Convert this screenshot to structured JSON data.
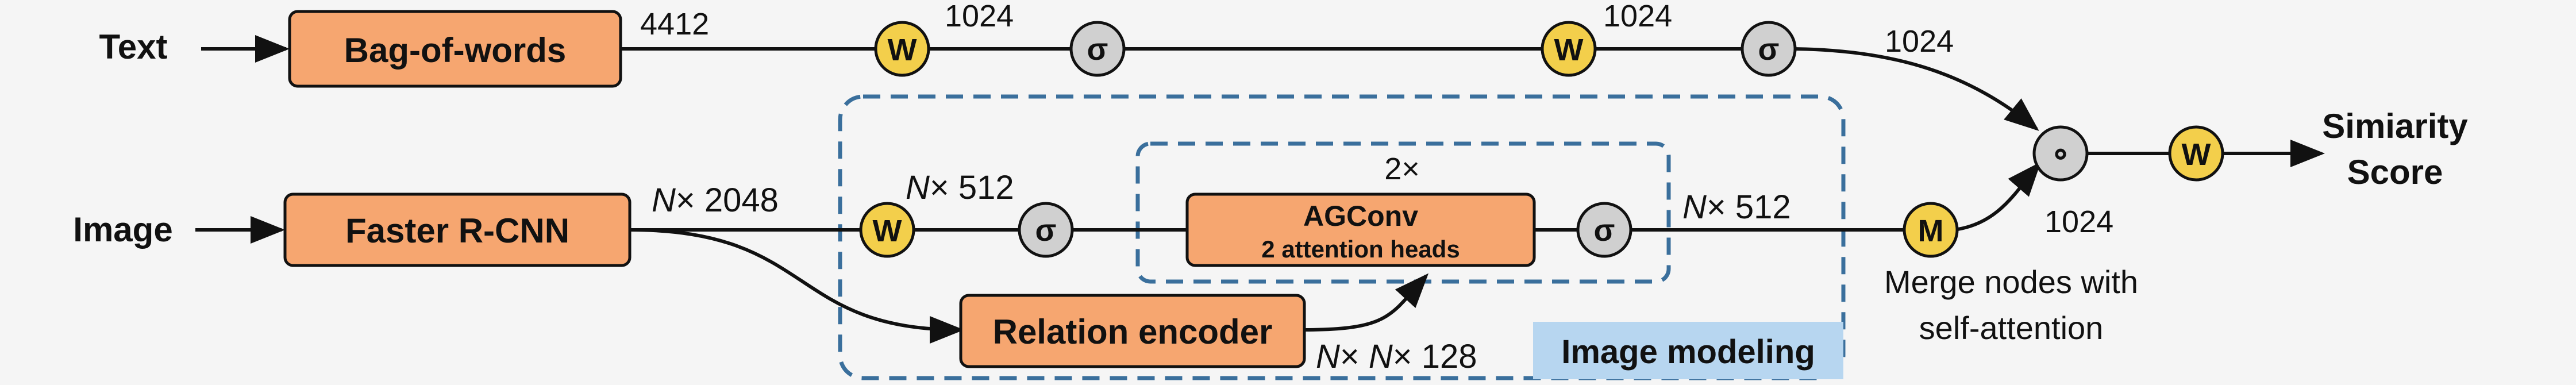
{
  "inputs": {
    "text": "Text",
    "image": "Image"
  },
  "boxes": {
    "bag_of_words": "Bag-of-words",
    "faster_rcnn": "Faster R-CNN",
    "agconv_title": "AGConv",
    "agconv_subtitle": "2 attention heads",
    "relation_encoder": "Relation encoder"
  },
  "dims": {
    "bow_out": "4412",
    "text_w1": "1024",
    "text_w2": "1024",
    "text_final": "1024",
    "frcnn_n": "N",
    "frcnn_rest": "× 2048",
    "w_n": "N",
    "w_rest": "× 512",
    "agconv_repeat": "2×",
    "post_n": "N",
    "post_rest": "× 512",
    "rel_n1": "N",
    "rel_x1": "× ",
    "rel_n2": "N",
    "rel_rest": "× 128",
    "merge_out": "1024"
  },
  "nodes": {
    "weight": "W",
    "sigma": "σ",
    "merge": "M",
    "product": "∘"
  },
  "labels": {
    "image_modeling": "Image modeling",
    "merge_line1": "Merge nodes with",
    "merge_line2": "self-attention",
    "score_line1": "Simiarity",
    "score_line2": "Score"
  },
  "colors": {
    "box_fill": "#f6a670",
    "weight_fill": "#f3cf4b",
    "sigma_fill": "#d0d0d0",
    "dashed_border": "#3a6f9c",
    "image_modeling_bg": "#b7d6f0",
    "background": "#f5f5f5"
  },
  "icons": {
    "arrow": "arrow-icon"
  }
}
